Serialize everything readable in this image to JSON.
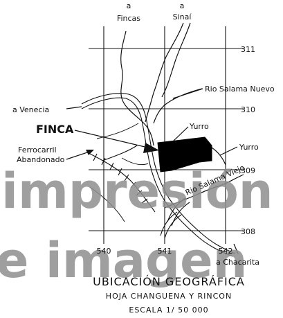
{
  "map": {
    "destinations": {
      "fincas_prefix": "a",
      "fincas": "Fincas",
      "sinai_prefix": "a",
      "sinai": "Sinaí",
      "venecia": "a Venecia",
      "chacarita": "a Chacarita"
    },
    "features": {
      "rio_salama_nuevo": "Rio Salama Nuevo",
      "rio_salama_viejo": "Rio Salama Viejo",
      "yurro_1": "Yurro",
      "yurro_2": "Yurro",
      "finca": "FINCA",
      "ferrocarril_line1": "Ferrocarril",
      "ferrocarril_line2": "Abandonado"
    },
    "grid": {
      "northing_311": "311",
      "northing_310": "310",
      "northing_309": "309",
      "northing_308": "308",
      "easting_540": "540",
      "easting_541": "541",
      "easting_542": "542"
    },
    "title": {
      "main": "UBICACIÓN GEOGRÁFICA",
      "sheet": "HOJA CHANGUENA Y RINCON",
      "scale": "ESCALA 1/ 50 000"
    },
    "watermark": {
      "line1": "impresión",
      "line2": "e imagen"
    },
    "colors": {
      "ink": "#111111",
      "watermark": "#8f8f8f",
      "finca_fill": "#000000"
    }
  }
}
